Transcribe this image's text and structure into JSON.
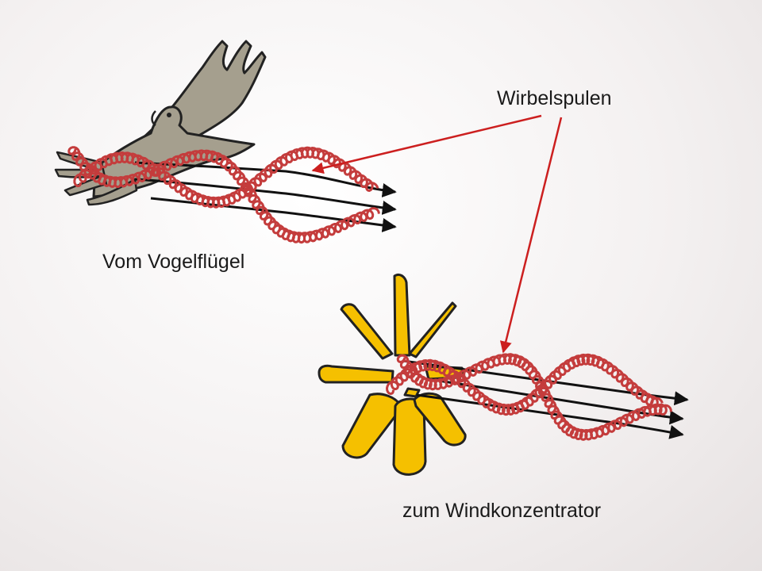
{
  "labels": {
    "vortex_coils": "Wirbelspulen",
    "from_bird_wing": "Vom Vogelflügel",
    "to_wind_concentrator": "zum Windkonzentrator"
  },
  "colors": {
    "coil": "#c43c3c",
    "pointer_arrow": "#cc1f1f",
    "bird": "#a59f8e",
    "blades": "#f5c000",
    "stream": "#111111",
    "outline": "#222222"
  },
  "icons": {
    "bird": "bird-in-flight-icon",
    "concentrator": "wind-concentrator-icon"
  }
}
